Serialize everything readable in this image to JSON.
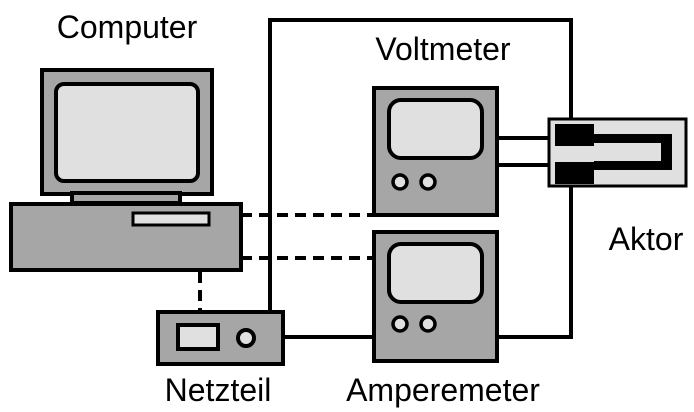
{
  "labels": {
    "computer": "Computer",
    "voltmeter": "Voltmeter",
    "actuator": "Aktor",
    "power_supply": "Netzteil",
    "ammeter": "Amperemeter"
  },
  "colors": {
    "device_fill": "#a6a6a6",
    "screen_fill": "#e0e0e0",
    "line": "#000000",
    "background": "#ffffff"
  }
}
